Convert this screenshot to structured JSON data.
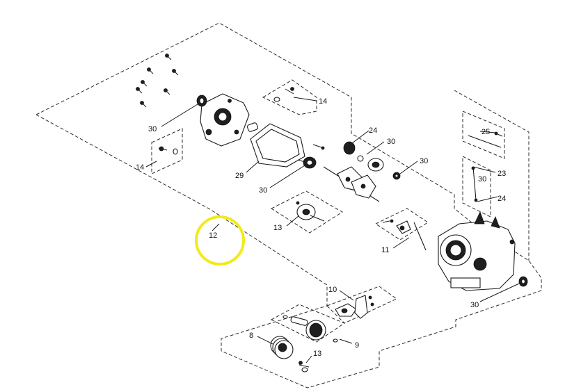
{
  "labels": {
    "l30a": "30",
    "l14a": "14",
    "l14b": "14",
    "l24a": "24",
    "l30b": "30",
    "l30c": "30",
    "l29": "29",
    "l30d": "30",
    "l12": "12",
    "l13a": "13",
    "l11": "11",
    "l25": "25",
    "l30e": "30",
    "l23": "23",
    "l24b": "24",
    "l30f": "30",
    "l10": "10",
    "l8": "8",
    "l9": "9",
    "l13b": "13"
  },
  "colors": {
    "highlight": "#f2ea1c",
    "ink": "#1a1a1a",
    "background": "#ffffff"
  }
}
